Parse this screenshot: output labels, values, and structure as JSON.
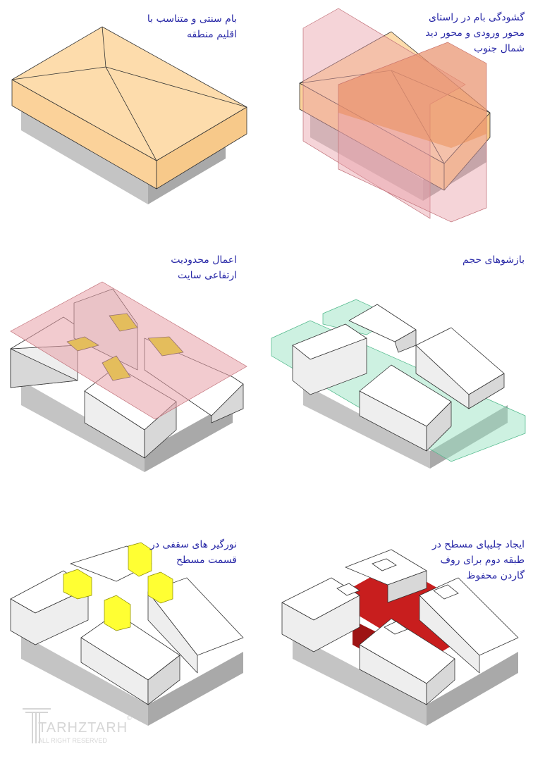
{
  "captions": [
    {
      "line1": "بام سنتی و متناسب با",
      "line2": "اقلیم منطقه"
    },
    {
      "line1": "گشودگی بام در راستای",
      "line2": "محور ورودی و محور دید",
      "line3": "شمال جنوب"
    },
    {
      "line1": "اعمال محدودیت",
      "line2": "ارتفاعی سایت"
    },
    {
      "line1": "بازشوهای حجم"
    },
    {
      "line1": "نورگیر های سقفی در",
      "line2": "قسمت مسطح"
    },
    {
      "line1": "ایجاد چلیپای مسطح در",
      "line2": "طبقه دوم برای روف",
      "line3": "گاردن محفوظ"
    }
  ],
  "watermark": {
    "brand": "TARHZTARH",
    "tagline": "ALL RIGHT RESERVED",
    "mark": "©"
  },
  "colors": {
    "caption": "#2b2ba8",
    "roof": "#fdd9a0",
    "pink": "#e8a0a8",
    "green": "#9be3c3",
    "yellow": "#e0e000",
    "red": "#c81e1e",
    "gray": "#bdbdbd"
  }
}
